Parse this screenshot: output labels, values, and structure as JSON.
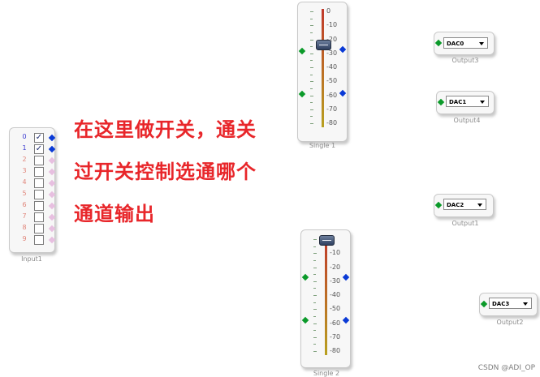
{
  "input_block": {
    "caption": "Input1",
    "rows": [
      {
        "label": "0",
        "checked": true,
        "active": true
      },
      {
        "label": "1",
        "checked": true,
        "active": true
      },
      {
        "label": "2",
        "checked": false,
        "active": false
      },
      {
        "label": "3",
        "checked": false,
        "active": false
      },
      {
        "label": "4",
        "checked": false,
        "active": false
      },
      {
        "label": "5",
        "checked": false,
        "active": false
      },
      {
        "label": "6",
        "checked": false,
        "active": false
      },
      {
        "label": "7",
        "checked": false,
        "active": false
      },
      {
        "label": "8",
        "checked": false,
        "active": false
      },
      {
        "label": "9",
        "checked": false,
        "active": false
      }
    ],
    "active_label_color": "#3b3bd0",
    "inactive_label_color": "#e0857a"
  },
  "sliders": [
    {
      "caption": "Single 1",
      "scale": [
        "0",
        "-10",
        "-20",
        "-30",
        "-40",
        "-50",
        "-60",
        "-70",
        "-80"
      ],
      "value_db": -23
    },
    {
      "caption": "Single 2",
      "scale": [
        "0",
        "-10",
        "-20",
        "-30",
        "-40",
        "-50",
        "-60",
        "-70",
        "-80"
      ],
      "value_db": 0
    }
  ],
  "outputs": [
    {
      "value": "DAC0",
      "caption": "Output3"
    },
    {
      "value": "DAC1",
      "caption": "Output4"
    },
    {
      "value": "DAC2",
      "caption": "Output1"
    },
    {
      "value": "DAC3",
      "caption": "Output2"
    }
  ],
  "annotation": {
    "lines": [
      "在这里做开关，通关",
      "过开关控制选通哪个",
      "通道输出"
    ],
    "color": "#e8262a"
  },
  "watermark": "CSDN @ADI_OP",
  "colors": {
    "input_pin": "#0b9a2a",
    "output_pin": "#0a3ad6",
    "inactive_pin": "#e7bfe0",
    "slider_track_top": "#c0392b",
    "slider_track_bottom": "#b8a020"
  }
}
